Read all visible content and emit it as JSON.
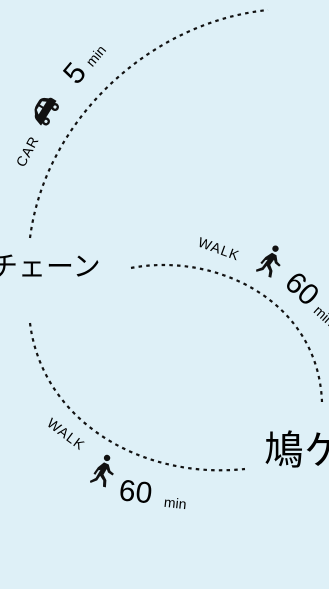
{
  "colors": {
    "background": "#def0f7",
    "ink": "#111111"
  },
  "places": {
    "left_label": "チェーン",
    "right_label": "鳩ケ"
  },
  "routes": [
    {
      "id": "car",
      "mode": "CAR",
      "icon": "car-icon",
      "time": "5",
      "unit": "min"
    },
    {
      "id": "walk1",
      "mode": "WALK",
      "icon": "pedestrian-icon",
      "time": "60",
      "unit": "min"
    },
    {
      "id": "walk2",
      "mode": "WALK",
      "icon": "pedestrian-icon",
      "time": "60",
      "unit": "min"
    }
  ]
}
